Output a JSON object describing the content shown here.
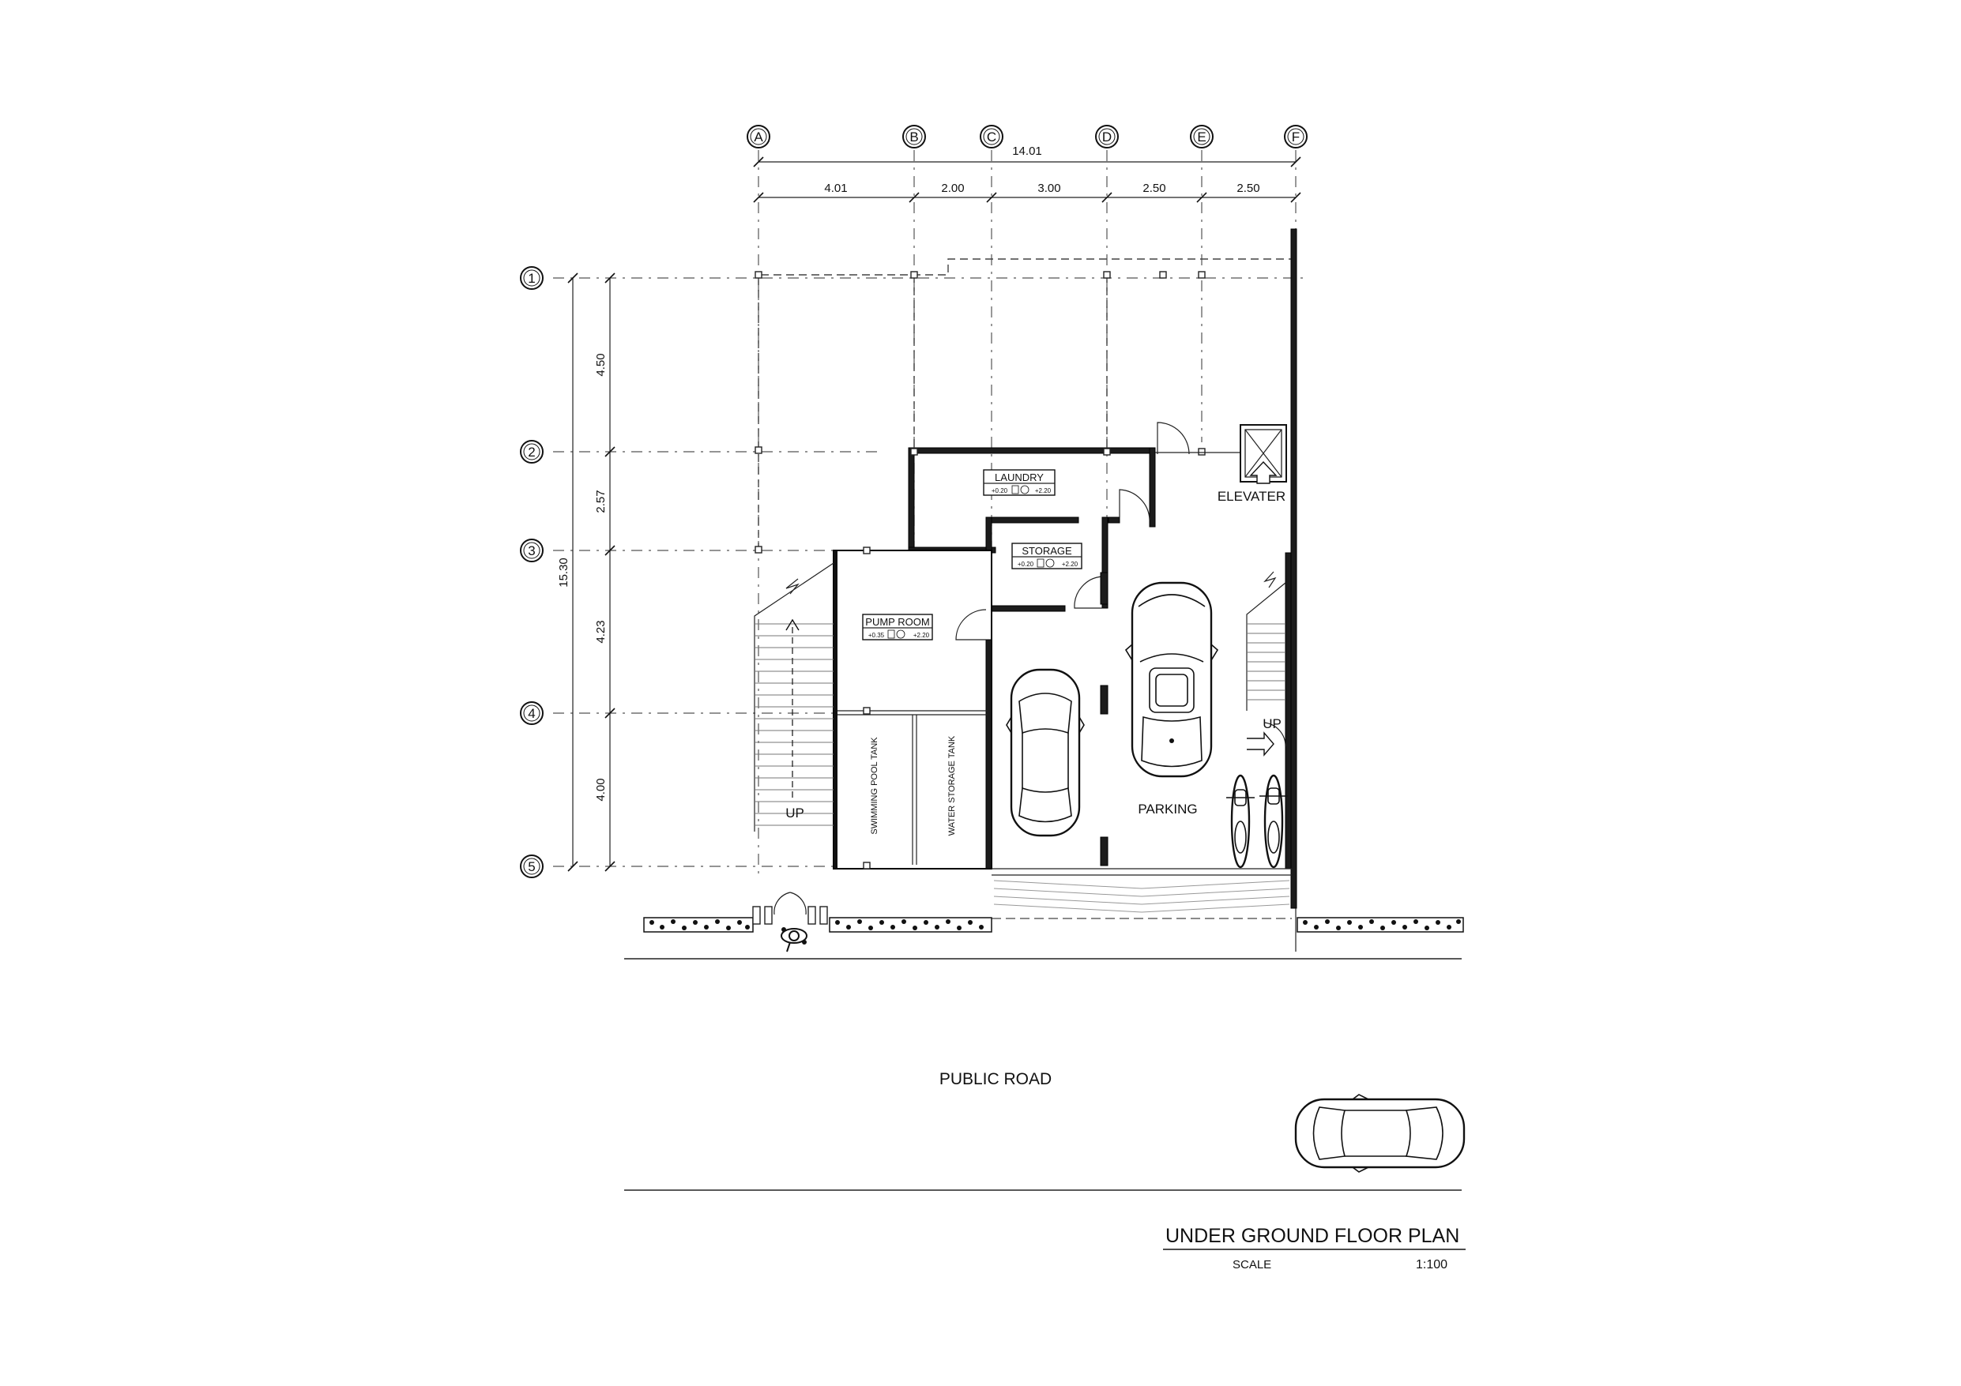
{
  "grid": {
    "columns": [
      "A",
      "B",
      "C",
      "D",
      "E",
      "F"
    ],
    "rows": [
      "1",
      "2",
      "3",
      "4",
      "5"
    ]
  },
  "dimensions": {
    "overall_horizontal": "14.01",
    "horizontal_segments": [
      "4.01",
      "2.00",
      "3.00",
      "2.50",
      "2.50"
    ],
    "overall_vertical": "15.30",
    "vertical_segments": [
      "4.50",
      "2.57",
      "4.23",
      "4.00"
    ]
  },
  "rooms": {
    "laundry": {
      "name": "LAUNDRY",
      "level_left": "+0.20",
      "level_right": "+2.20"
    },
    "storage": {
      "name": "STORAGE",
      "level_left": "+0.20",
      "level_right": "+2.20"
    },
    "pump_room": {
      "name": "PUMP ROOM",
      "level_left": "+0.35",
      "level_right": "+2.20"
    },
    "swimming_pool_tank": "SWIMMING POOL TANK",
    "water_storage_tank": "WATER STORAGE TANK",
    "parking": "PARKING",
    "elevator": "ELEVATER"
  },
  "stairs": {
    "left_label": "UP",
    "right_label": "UP"
  },
  "public_road": "PUBLIC ROAD",
  "title_block": {
    "title": "UNDER GROUND FLOOR PLAN",
    "scale_label": "SCALE",
    "scale_value": "1:100"
  }
}
